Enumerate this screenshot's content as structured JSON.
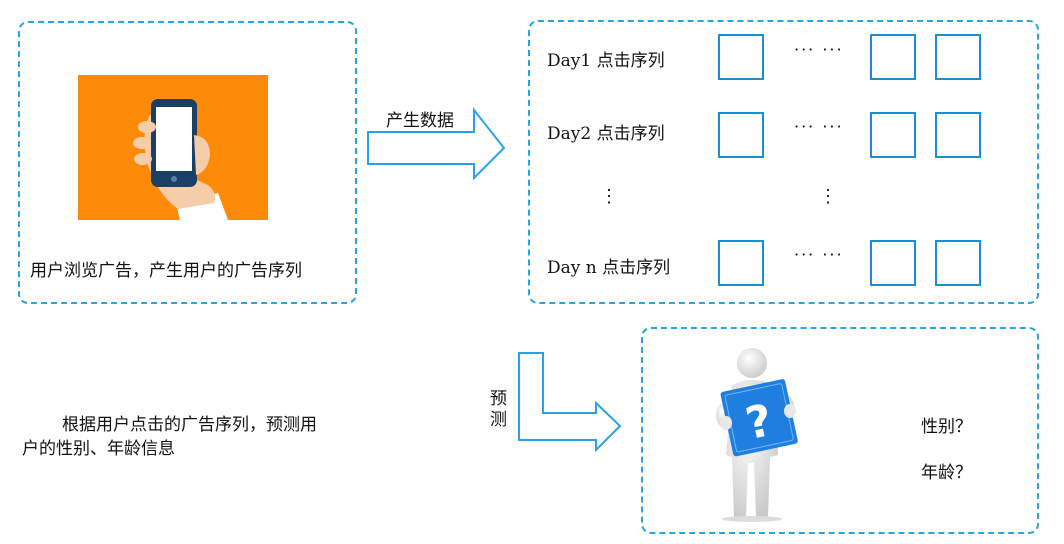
{
  "left_panel": {
    "caption": "用户浏览广告，产生用户的广告序列",
    "image_bg": "#fe8a0a"
  },
  "arrow_top": {
    "label": "产生数据"
  },
  "right_panel": {
    "rows": [
      {
        "label": "Day1 点击序列"
      },
      {
        "label": "Day2 点击序列"
      },
      {
        "label": "Day n 点击序列"
      }
    ],
    "ellipsis": "··· ···",
    "vertical_ellipsis": "⋮"
  },
  "bottom_text": {
    "line1": "根据用户点击的广告序列，预测用",
    "line2": "户的性别、年龄信息"
  },
  "arrow_bottom": {
    "label_1": "预",
    "label_2": "测"
  },
  "result_panel": {
    "question_1": "性别？",
    "question_2": "年龄？",
    "sign_symbol": "?"
  },
  "colors": {
    "accent": "#2aa3e6",
    "square_border": "#1a8fd6",
    "orange": "#fe8a0a",
    "sign_blue": "#1f7fe0"
  }
}
